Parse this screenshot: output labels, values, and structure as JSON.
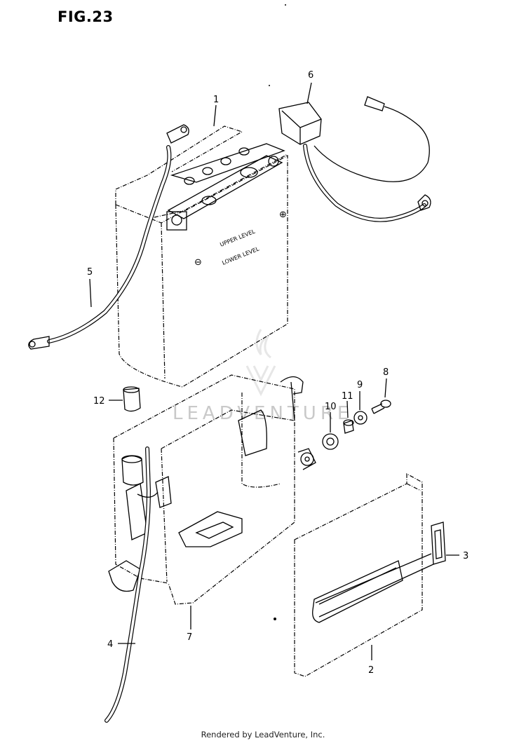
{
  "figure_title": "FIG.23",
  "watermark": "LEADVENTURE",
  "battery_labels": {
    "upper": "UPPER LEVEL",
    "lower": "LOWER LEVEL"
  },
  "callouts": [
    {
      "id": "1",
      "label": "1"
    },
    {
      "id": "2",
      "label": "2"
    },
    {
      "id": "3",
      "label": "3"
    },
    {
      "id": "4",
      "label": "4"
    },
    {
      "id": "5",
      "label": "5"
    },
    {
      "id": "6",
      "label": "6"
    },
    {
      "id": "7",
      "label": "7"
    },
    {
      "id": "8",
      "label": "8"
    },
    {
      "id": "9",
      "label": "9"
    },
    {
      "id": "10",
      "label": "10"
    },
    {
      "id": "11",
      "label": "11"
    },
    {
      "id": "12",
      "label": "12"
    }
  ],
  "footer": "Rendered by LeadVenture, Inc."
}
